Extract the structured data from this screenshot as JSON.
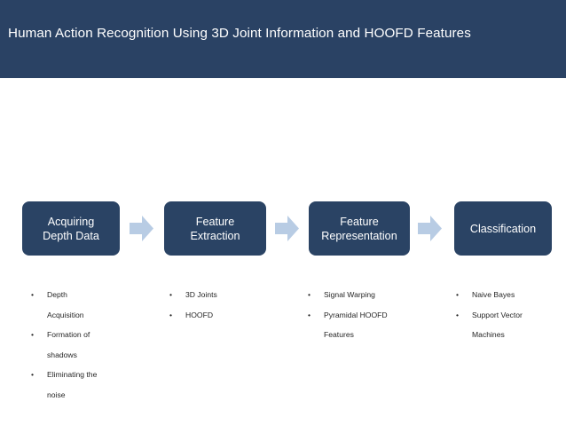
{
  "slide": {
    "title": "Human Action Recognition Using 3D Joint Information and HOOFD Features",
    "background_color": "#ffffff",
    "header_color": "#2a4264",
    "box_color": "#2a4364",
    "arrow_color": "#b8cce4",
    "box_text_color": "#ffffff",
    "bullet_text_color": "#262626"
  },
  "flow": {
    "steps": [
      {
        "id": "acquiring-depth-data",
        "label": "Acquiring\nDepth Data",
        "bullets": [
          {
            "marker": "•",
            "text": "Depth\nAcquisition"
          },
          {
            "marker": "•",
            "text": "Formation of\nshadows"
          },
          {
            "marker": "•",
            "text": "Eliminating the\nnoise"
          }
        ]
      },
      {
        "id": "feature-extraction",
        "label": "Feature\nExtraction",
        "bullets": [
          {
            "marker": "•",
            "text": "3D Joints"
          },
          {
            "marker": "•",
            "text": "HOOFD"
          }
        ]
      },
      {
        "id": "feature-representation",
        "label": "Feature\nRepresentation",
        "bullets": [
          {
            "marker": "•",
            "text": "Signal Warping"
          },
          {
            "marker": "•",
            "text": "Pyramidal HOOFD\nFeatures"
          }
        ]
      },
      {
        "id": "classification",
        "label": "Classification",
        "bullets": [
          {
            "marker": "•",
            "text": "Naive Bayes"
          },
          {
            "marker": "•",
            "text": "Support Vector\nMachines"
          }
        ]
      }
    ],
    "arrows": [
      {
        "id": "arrow-1",
        "icon": "right-arrow-icon"
      },
      {
        "id": "arrow-2",
        "icon": "right-arrow-icon"
      },
      {
        "id": "arrow-3",
        "icon": "right-arrow-icon"
      }
    ]
  }
}
